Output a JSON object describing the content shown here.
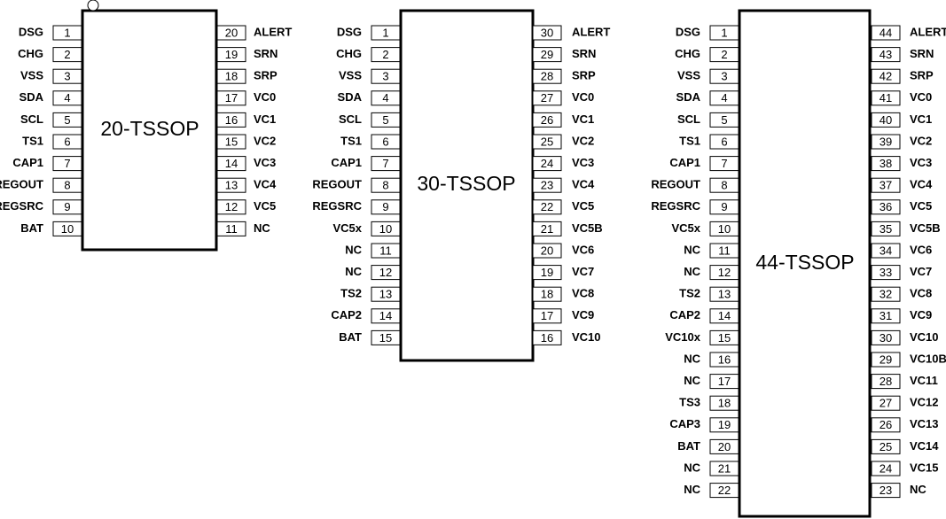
{
  "packages": [
    {
      "label": "20-TSSOP",
      "left_pins": [
        {
          "num": "1",
          "name": "DSG"
        },
        {
          "num": "2",
          "name": "CHG"
        },
        {
          "num": "3",
          "name": "VSS"
        },
        {
          "num": "4",
          "name": "SDA"
        },
        {
          "num": "5",
          "name": "SCL"
        },
        {
          "num": "6",
          "name": "TS1"
        },
        {
          "num": "7",
          "name": "CAP1"
        },
        {
          "num": "8",
          "name": "REGOUT"
        },
        {
          "num": "9",
          "name": "REGSRC"
        },
        {
          "num": "10",
          "name": "BAT"
        }
      ],
      "right_pins": [
        {
          "num": "20",
          "name": "ALERT"
        },
        {
          "num": "19",
          "name": "SRN"
        },
        {
          "num": "18",
          "name": "SRP"
        },
        {
          "num": "17",
          "name": "VC0"
        },
        {
          "num": "16",
          "name": "VC1"
        },
        {
          "num": "15",
          "name": "VC2"
        },
        {
          "num": "14",
          "name": "VC3"
        },
        {
          "num": "13",
          "name": "VC4"
        },
        {
          "num": "12",
          "name": "VC5"
        },
        {
          "num": "11",
          "name": "NC"
        }
      ]
    },
    {
      "label": "30-TSSOP",
      "left_pins": [
        {
          "num": "1",
          "name": "DSG"
        },
        {
          "num": "2",
          "name": "CHG"
        },
        {
          "num": "3",
          "name": "VSS"
        },
        {
          "num": "4",
          "name": "SDA"
        },
        {
          "num": "5",
          "name": "SCL"
        },
        {
          "num": "6",
          "name": "TS1"
        },
        {
          "num": "7",
          "name": "CAP1"
        },
        {
          "num": "8",
          "name": "REGOUT"
        },
        {
          "num": "9",
          "name": "REGSRC"
        },
        {
          "num": "10",
          "name": "VC5x"
        },
        {
          "num": "11",
          "name": "NC"
        },
        {
          "num": "12",
          "name": "NC"
        },
        {
          "num": "13",
          "name": "TS2"
        },
        {
          "num": "14",
          "name": "CAP2"
        },
        {
          "num": "15",
          "name": "BAT"
        }
      ],
      "right_pins": [
        {
          "num": "30",
          "name": "ALERT"
        },
        {
          "num": "29",
          "name": "SRN"
        },
        {
          "num": "28",
          "name": "SRP"
        },
        {
          "num": "27",
          "name": "VC0"
        },
        {
          "num": "26",
          "name": "VC1"
        },
        {
          "num": "25",
          "name": "VC2"
        },
        {
          "num": "24",
          "name": "VC3"
        },
        {
          "num": "23",
          "name": "VC4"
        },
        {
          "num": "22",
          "name": "VC5"
        },
        {
          "num": "21",
          "name": "VC5B"
        },
        {
          "num": "20",
          "name": "VC6"
        },
        {
          "num": "19",
          "name": "VC7"
        },
        {
          "num": "18",
          "name": "VC8"
        },
        {
          "num": "17",
          "name": "VC9"
        },
        {
          "num": "16",
          "name": "VC10"
        }
      ]
    },
    {
      "label": "44-TSSOP",
      "left_pins": [
        {
          "num": "1",
          "name": "DSG"
        },
        {
          "num": "2",
          "name": "CHG"
        },
        {
          "num": "3",
          "name": "VSS"
        },
        {
          "num": "4",
          "name": "SDA"
        },
        {
          "num": "5",
          "name": "SCL"
        },
        {
          "num": "6",
          "name": "TS1"
        },
        {
          "num": "7",
          "name": "CAP1"
        },
        {
          "num": "8",
          "name": "REGOUT"
        },
        {
          "num": "9",
          "name": "REGSRC"
        },
        {
          "num": "10",
          "name": "VC5x"
        },
        {
          "num": "11",
          "name": "NC"
        },
        {
          "num": "12",
          "name": "NC"
        },
        {
          "num": "13",
          "name": "TS2"
        },
        {
          "num": "14",
          "name": "CAP2"
        },
        {
          "num": "15",
          "name": "VC10x"
        },
        {
          "num": "16",
          "name": "NC"
        },
        {
          "num": "17",
          "name": "NC"
        },
        {
          "num": "18",
          "name": "TS3"
        },
        {
          "num": "19",
          "name": "CAP3"
        },
        {
          "num": "20",
          "name": "BAT"
        },
        {
          "num": "21",
          "name": "NC"
        },
        {
          "num": "22",
          "name": "NC"
        }
      ],
      "right_pins": [
        {
          "num": "44",
          "name": "ALERT"
        },
        {
          "num": "43",
          "name": "SRN"
        },
        {
          "num": "42",
          "name": "SRP"
        },
        {
          "num": "41",
          "name": "VC0"
        },
        {
          "num": "40",
          "name": "VC1"
        },
        {
          "num": "39",
          "name": "VC2"
        },
        {
          "num": "38",
          "name": "VC3"
        },
        {
          "num": "37",
          "name": "VC4"
        },
        {
          "num": "36",
          "name": "VC5"
        },
        {
          "num": "35",
          "name": "VC5B"
        },
        {
          "num": "34",
          "name": "VC6"
        },
        {
          "num": "33",
          "name": "VC7"
        },
        {
          "num": "32",
          "name": "VC8"
        },
        {
          "num": "31",
          "name": "VC9"
        },
        {
          "num": "30",
          "name": "VC10"
        },
        {
          "num": "29",
          "name": "VC10B"
        },
        {
          "num": "28",
          "name": "VC11"
        },
        {
          "num": "27",
          "name": "VC12"
        },
        {
          "num": "26",
          "name": "VC13"
        },
        {
          "num": "25",
          "name": "VC14"
        },
        {
          "num": "24",
          "name": "VC15"
        },
        {
          "num": "23",
          "name": "NC"
        }
      ]
    }
  ]
}
